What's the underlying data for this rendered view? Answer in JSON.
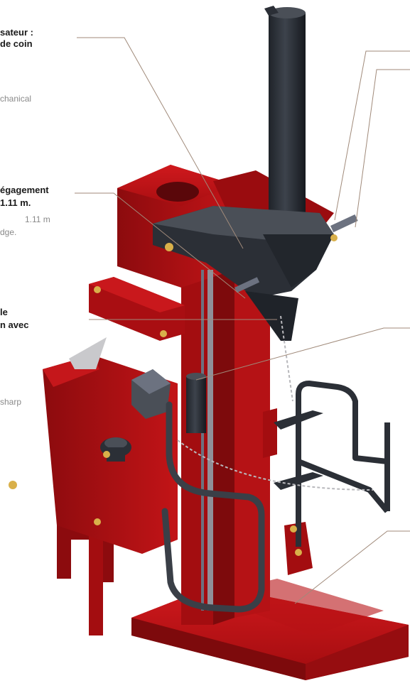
{
  "colors": {
    "frame_red": "#b30f12",
    "frame_red_dark": "#7d0a0c",
    "frame_red_light": "#d41e22",
    "metal_dark": "#2b2f36",
    "metal_mid": "#4a4f57",
    "metal_light": "#6c7280",
    "leader_line": "#a08a7a",
    "label_dark": "#1a1a1a",
    "label_grey": "#8a8a8a"
  },
  "callouts": {
    "c1": {
      "fr_line1": "sateur :",
      "fr_line2": "de coin",
      "en_line1": "chanical"
    },
    "c2": {
      "fr_line1": "égagement",
      "fr_line2": "1.11 m.",
      "en_line1": "1.11 m",
      "en_line2": "dge."
    },
    "c3": {
      "fr_line1": "le",
      "fr_line2": "n avec"
    },
    "c4": {
      "en_line1": "sharp"
    }
  }
}
